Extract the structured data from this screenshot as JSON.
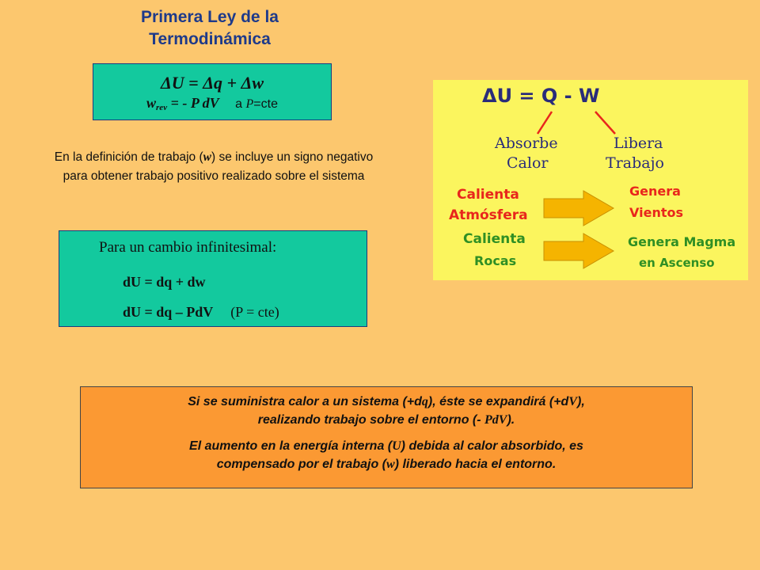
{
  "title": {
    "line1": "Primera Ley de la",
    "line2": "Termodinámica"
  },
  "equation_box": {
    "main": "ΔU = Δq + Δw",
    "w_symbol": "w",
    "w_subscript": "rev",
    "work_expr": "= - P dV",
    "condition_pre": "a ",
    "condition_var": "P",
    "condition_post": "=cte"
  },
  "definition_text": {
    "part1": "En la definición de trabajo (",
    "symbol": "w",
    "part2": ") se incluye un signo negativo para obtener trabajo positivo realizado sobre el sistema"
  },
  "infinitesimal_box": {
    "heading": "Para un cambio infinitesimal:",
    "eq1": "dU = dq + dw",
    "eq2": "dU = dq – PdV",
    "eq2_condition": "(P = cte)"
  },
  "image": {
    "equation": "ΔU = Q - W",
    "absorb1": "Absorbe",
    "absorb2": "Calor",
    "release1": "Libera",
    "release2": "Trabajo",
    "row1_left1": "Calienta",
    "row1_left2": "Atmósfera",
    "row1_right1": "Genera",
    "row1_right2": "Vientos",
    "row2_left1": "Calienta",
    "row2_left2": "Rocas",
    "row2_right1": "Genera Magma",
    "row2_right2": "en Ascenso",
    "colors": {
      "red": "#e8261c",
      "green": "#2f8f24",
      "blue": "#2a2c7a",
      "arrow": "#f5b400"
    }
  },
  "note_box": {
    "p1_a": "Si se suministra calor a un sistema (+d",
    "p1_q": "q",
    "p1_b": "), éste se expandirá (+d",
    "p1_V": "V",
    "p1_c": "),",
    "p1_d": "realizando trabajo sobre el entorno (- ",
    "p1_PdV": "PdV",
    "p1_e": ").",
    "p2_a": "El aumento en la energía interna (",
    "p2_U": "U",
    "p2_b": ") debida al calor absorbido, es",
    "p2_c": "compensado por el trabajo (",
    "p2_w": "w",
    "p2_d": ") liberado hacia el entorno."
  }
}
